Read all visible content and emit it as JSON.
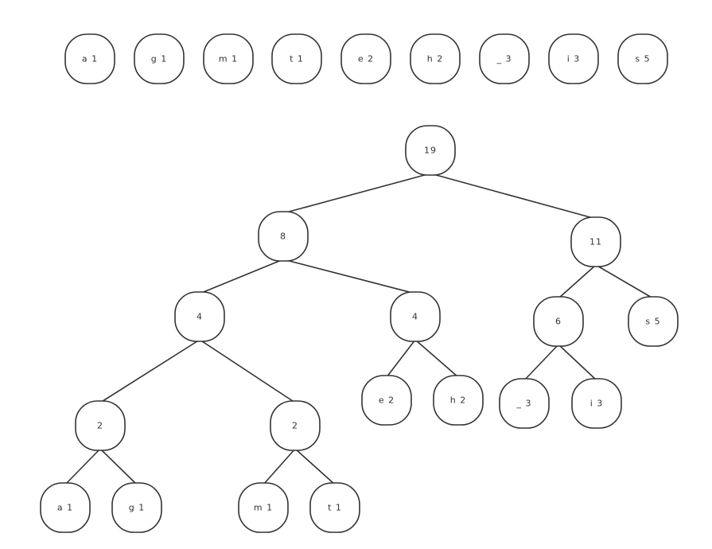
{
  "diagram": {
    "stroke_color": "#333333",
    "fill_color": "#ffffff",
    "frequency_list": [
      {
        "id": "f-a",
        "label": "a 1"
      },
      {
        "id": "f-g",
        "label": "g 1"
      },
      {
        "id": "f-m",
        "label": "m 1"
      },
      {
        "id": "f-t",
        "label": "t 1"
      },
      {
        "id": "f-e",
        "label": "e 2"
      },
      {
        "id": "f-h",
        "label": "h 2"
      },
      {
        "id": "f-underscore",
        "label": "_ 3"
      },
      {
        "id": "f-i",
        "label": "i 3"
      },
      {
        "id": "f-s",
        "label": "s 5"
      }
    ],
    "tree_nodes": [
      {
        "id": "n19",
        "label": "19"
      },
      {
        "id": "n8",
        "label": "8"
      },
      {
        "id": "n11",
        "label": "11"
      },
      {
        "id": "n4a",
        "label": "4"
      },
      {
        "id": "n4b",
        "label": "4"
      },
      {
        "id": "n6",
        "label": "6"
      },
      {
        "id": "ns",
        "label": "s 5"
      },
      {
        "id": "ne",
        "label": "e 2"
      },
      {
        "id": "nh",
        "label": "h 2"
      },
      {
        "id": "nu",
        "label": "_ 3"
      },
      {
        "id": "ni",
        "label": "i 3"
      },
      {
        "id": "n2a",
        "label": "2"
      },
      {
        "id": "n2b",
        "label": "2"
      },
      {
        "id": "na",
        "label": "a 1"
      },
      {
        "id": "ng",
        "label": "g 1"
      },
      {
        "id": "nm",
        "label": "m 1"
      },
      {
        "id": "nt",
        "label": "t 1"
      }
    ],
    "tree_edges": [
      [
        "n19",
        "n8"
      ],
      [
        "n19",
        "n11"
      ],
      [
        "n8",
        "n4a"
      ],
      [
        "n8",
        "n4b"
      ],
      [
        "n11",
        "n6"
      ],
      [
        "n11",
        "ns"
      ],
      [
        "n4a",
        "n2a"
      ],
      [
        "n4a",
        "n2b"
      ],
      [
        "n4b",
        "ne"
      ],
      [
        "n4b",
        "nh"
      ],
      [
        "n6",
        "nu"
      ],
      [
        "n6",
        "ni"
      ],
      [
        "n2a",
        "na"
      ],
      [
        "n2a",
        "ng"
      ],
      [
        "n2b",
        "nm"
      ],
      [
        "n2b",
        "nt"
      ]
    ]
  }
}
